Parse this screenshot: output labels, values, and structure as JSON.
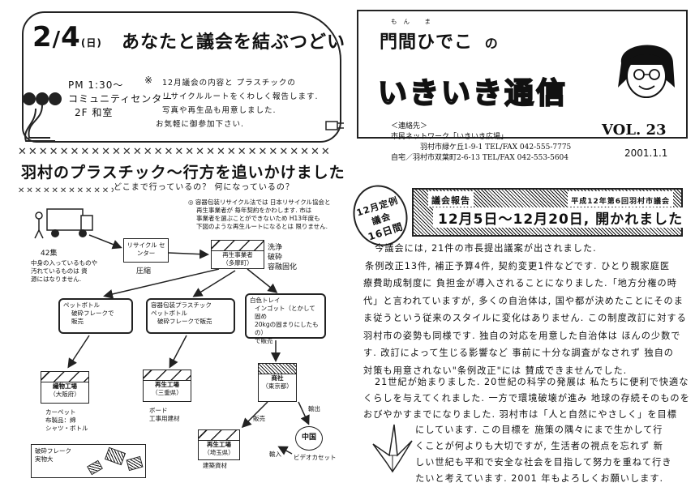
{
  "event": {
    "date_month": "2",
    "date_day": "4",
    "date_weekday": "(日)",
    "title": "あなたと議会を結ぶつどい",
    "time": "PM 1:30～",
    "venue": "コミュニティセンター",
    "room": "2F 和室",
    "note_mark": "※",
    "note_lines": [
      "12月議会の内容と プラスチックの",
      "リサイクルルートをくわしく報告します.",
      "写真や再生品も用意しました.",
      "お気軽に御参加下さい."
    ]
  },
  "plastic": {
    "title": "羽村のプラスチック～行方を追いかけました",
    "subtitle": "どこまで行っているの？ 何になっているの？",
    "container_note": [
      "◎ 容器包装リサイクル法では 日本リサイクル協会と",
      "再生事業者が 毎年契約をかわします. 市は",
      "事業者を選ぶことができないため H13年度も",
      "下図のような再生ルートになるとは 限りません."
    ],
    "collection_count": "42集",
    "collection_note": [
      "中身の入っているものや",
      "汚れているものは 資",
      "源にはなりません."
    ],
    "recycle_center": "リサイクル センター",
    "compress": "圧縮",
    "recycler": "再生事業者",
    "recycler_place": "（多摩町）",
    "recycler_steps": [
      "洗浄",
      "破砕",
      "容融固化"
    ],
    "route1_title": "ペットボトル",
    "route1_desc": [
      "破砕フレークで",
      "販売"
    ],
    "route2_title": [
      "容器包装プラスチック",
      "ペットボトル"
    ],
    "route2_desc": "破砕フレークで販売",
    "route3_title": "白色トレイ",
    "route3_desc": [
      "インゴット（とかして固め",
      "20kgの固まりにしたもの）",
      "で販売"
    ],
    "factory1_name": "繊物工場",
    "factory1_place": "（大阪府）",
    "factory1_products": [
      "カーペット",
      "布製品：綿",
      "シャツ・ボトル"
    ],
    "factory2_name": "再生工場",
    "factory2_place": "（三重県）",
    "factory2_products": [
      "ボード",
      "工事用建材"
    ],
    "trade_name": "商社",
    "trade_place": "（東京都）",
    "sale_label": "販売",
    "export_label": "輸出",
    "import_label": "輸入",
    "china": "中国",
    "video": "ビデオカセット",
    "factory3_name": "再生工場",
    "factory3_place": "（埼玉県）",
    "factory3_products": "建築資材",
    "flake_caption": [
      "破砕フレーク",
      "実物大"
    ]
  },
  "header": {
    "name_reading": "もん ま",
    "name": "門間ひでこ",
    "no": "の",
    "newsletter": "いきいき通信",
    "contact_label": "＜連絡先＞",
    "contact1": "市民ネットワーク「いきいき広場」",
    "contact2": "羽村市緑ケ丘1-9-1  TEL/FAX  042-555-7775",
    "contact3": "自宅／羽村市双葉町2-6-13  TEL/FAX  042-553-5604",
    "vol": "VOL. 23",
    "date": "2001.1.1"
  },
  "session": {
    "badge_line1": "12月定例議会",
    "badge_line2": "16日間",
    "report_label": "議会報告",
    "assembly": "平成12年第6回羽村市議会",
    "headline": "12月5日～12月20日, 開かれました"
  },
  "body1": [
    "今議会には, 21件の市長提出議案が出されました.",
    "条例改正13件, 補正予算4件, 契約変更1件などです. ひとり親家庭医",
    "療費助成制度に 負担金が導入されることになりました.「地方分権の時",
    "代」と言われていますが, 多くの自治体は, 国や都が決めたことにそのま",
    "ま従うという従来のスタイルに変化はありません. この制度改訂に対する",
    "羽村市の姿勢も同様です. 独自の対応を用意した自治体は ほんの少数で",
    "す. 改訂によって生じる影響など 事前に十分な調査がなされず 独自の",
    "対策も用意されない\"条例改正\"には 賛成できませんでした."
  ],
  "body2": [
    "21世紀が始まりました. 20世紀の科学の発展は 私たちに便利で快適な",
    "くらしを与えてくれました. 一方で環境破壊が進み 地球の存続そのものを",
    "おびやかすまでになりました. 羽村市は「人と自然にやさしく」を目標",
    "にしています. この目標を 施策の隅々にまで生かして行",
    "くことが何よりも大切ですが, 生活者の視点を忘れず 新",
    "しい世紀も平和で安全な社会を目指して努力を重ねて行き",
    "たいと考えています. 2001 年もよろしくお願いします."
  ]
}
